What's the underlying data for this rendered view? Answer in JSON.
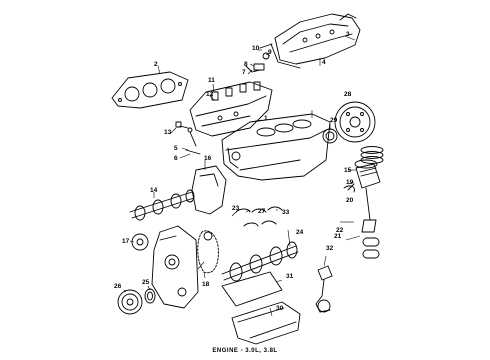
{
  "caption": "ENGINE - 3.0L, 3.8L",
  "callouts": [
    "1",
    "2",
    "3",
    "4",
    "5",
    "6",
    "7",
    "8",
    "9",
    "10",
    "11",
    "12",
    "13",
    "14",
    "15",
    "16",
    "17",
    "18",
    "19",
    "20",
    "21",
    "22",
    "23",
    "24",
    "25",
    "26",
    "27",
    "28",
    "29",
    "30",
    "31",
    "32",
    "33"
  ]
}
